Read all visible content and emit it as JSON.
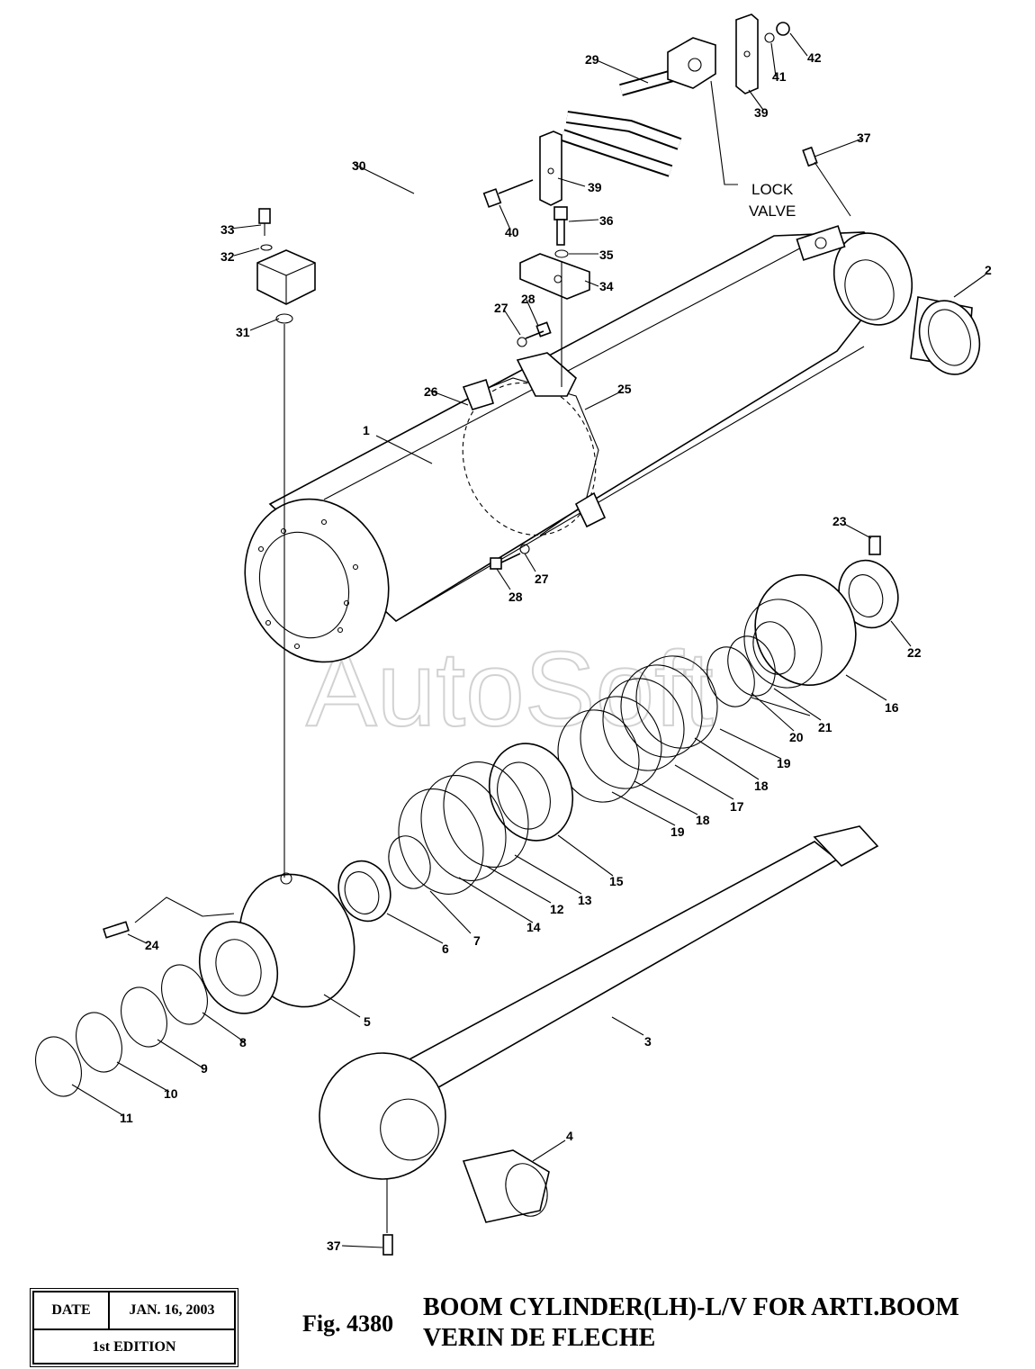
{
  "figure": {
    "number": "Fig. 4380",
    "title_en": "BOOM CYLINDER(LH)-L/V FOR ARTI.BOOM",
    "title_fr": "VERIN DE FLECHE"
  },
  "info_box": {
    "date_label": "DATE",
    "date_value": "JAN. 16, 2003",
    "edition": "1st EDITION"
  },
  "watermark": "AutoSoft",
  "annotations": {
    "lock_valve_line1": "LOCK",
    "lock_valve_line2": "VALVE"
  },
  "part_labels": [
    "1",
    "2",
    "3",
    "4",
    "5",
    "6",
    "7",
    "8",
    "9",
    "10",
    "11",
    "12",
    "13",
    "14",
    "15",
    "16",
    "17",
    "18",
    "18",
    "19",
    "19",
    "20",
    "21",
    "22",
    "23",
    "24",
    "25",
    "26",
    "27",
    "27",
    "28",
    "28",
    "29",
    "30",
    "31",
    "32",
    "33",
    "34",
    "35",
    "36",
    "37",
    "37",
    "39",
    "39",
    "40",
    "41",
    "42"
  ]
}
